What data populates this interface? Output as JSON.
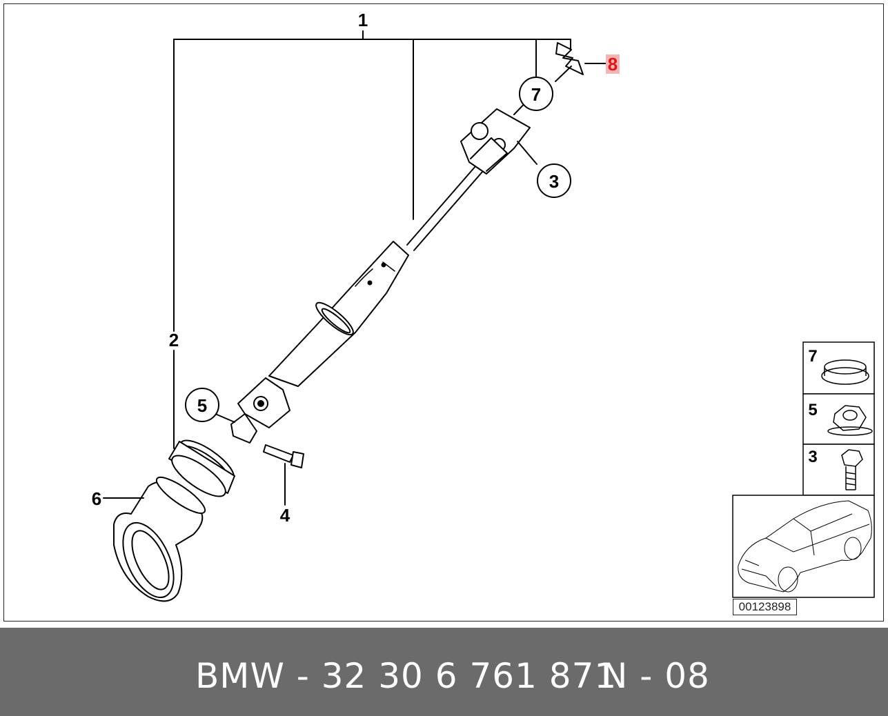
{
  "diagram": {
    "callouts": {
      "c1": "1",
      "c2": "2",
      "c3": "3",
      "c4": "4",
      "c5": "5",
      "c6": "6",
      "c7": "7",
      "c8": "8"
    },
    "inset_panels": [
      {
        "label": "7",
        "part": "retaining-ring"
      },
      {
        "label": "5",
        "part": "hex-nut"
      },
      {
        "label": "3",
        "part": "hex-bolt"
      }
    ],
    "reference_number": "00123898",
    "highlight_color": "#e01515"
  },
  "footer": {
    "part_number": "BMW - 32 30 6 761 871",
    "position_code": "N - 08",
    "background": "#6b6b6b"
  }
}
